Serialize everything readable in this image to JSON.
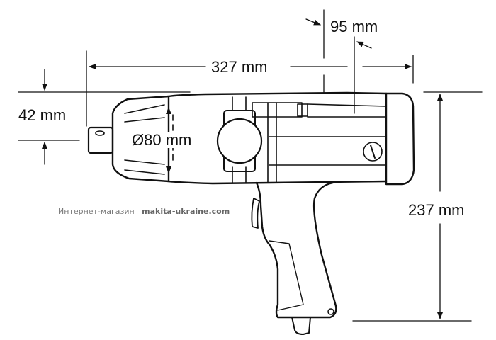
{
  "diagram": {
    "subject": "Impact wrench dimensions",
    "dimensions": {
      "length_total": "327 mm",
      "rear_offset": "95 mm",
      "anvil_height": "42 mm",
      "nose_diameter": "Ø80 mm",
      "height_total": "237 mm"
    },
    "watermark": {
      "prefix": "Интернет-магазин",
      "site": "makita-ukraine.com"
    }
  }
}
